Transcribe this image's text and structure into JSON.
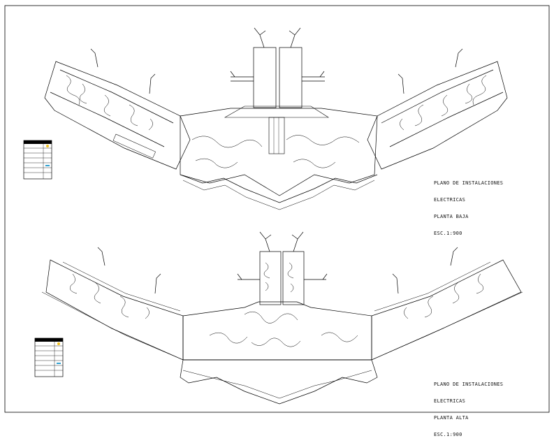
{
  "sheet": {
    "background": "#ffffff",
    "line_color": "#000000",
    "legend_symbol_colors": [
      "#f0c020",
      "#30a0d0",
      "#e05040"
    ]
  },
  "plan_lower_floor": {
    "title": "PLANO DE INSTALACIONES",
    "subtitle": "ELECTRICAS",
    "floor": "PLANTA BAJA",
    "scale": "ESC.1:900"
  },
  "plan_upper_floor": {
    "title": "PLANO DE INSTALACIONES",
    "subtitle": "ELECTRICAS",
    "floor": "PLANTA ALTA",
    "scale": "ESC.1:900"
  }
}
